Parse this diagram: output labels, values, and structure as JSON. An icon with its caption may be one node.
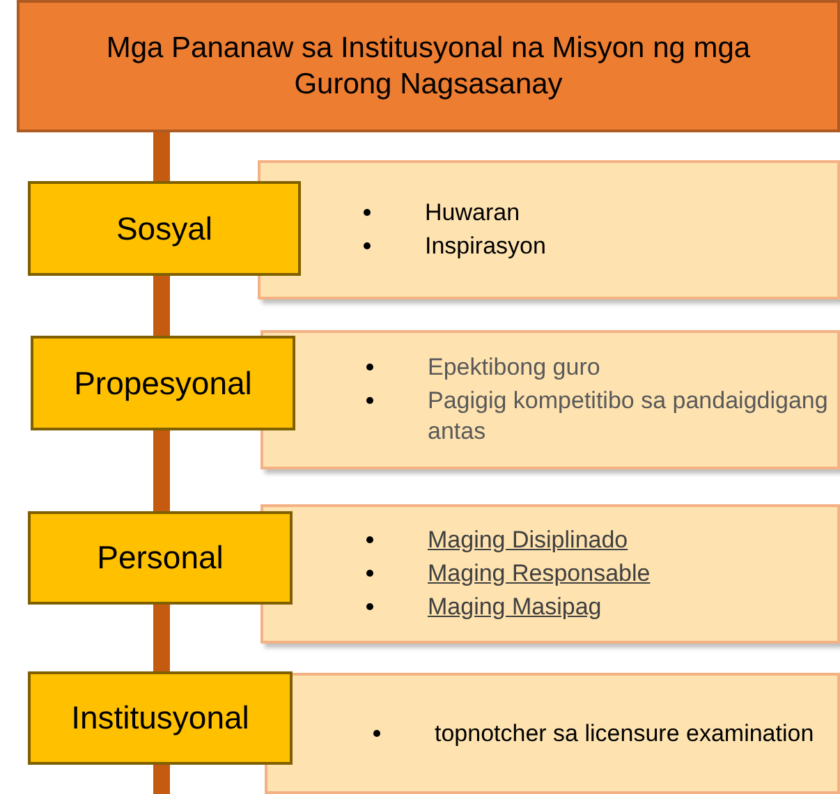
{
  "diagram": {
    "nodes": [
      {
        "text": [
          "Mga Pananaw sa Institusyonal na Misyon ng mga Gurong Nagsasanay"
        ]
      },
      {
        "text": [
          "Sosyal"
        ]
      },
      {
        "text": [
          "Huwaran",
          "Inspirasyon"
        ]
      },
      {
        "text": [
          "Propesyonal"
        ]
      },
      {
        "text": [
          "Epektibong guro",
          "Pagigig kompetitibo sa pandaigdigang antas"
        ]
      },
      {
        "text": [
          "Personal"
        ]
      },
      {
        "text": [
          "Maging Disiplinado",
          "Maging Responsable",
          "Maging Masipag"
        ]
      },
      {
        "text": [
          "Institusyonal"
        ]
      },
      {
        "text": [
          "topnotcher sa licensure examination"
        ]
      }
    ],
    "edges": [
      {
        "from": 0,
        "to": 1,
        "arrow": "none"
      },
      {
        "from": 1,
        "to": 3,
        "arrow": "none"
      },
      {
        "from": 3,
        "to": 5,
        "arrow": "none"
      },
      {
        "from": 5,
        "to": 7,
        "arrow": "none"
      }
    ]
  }
}
